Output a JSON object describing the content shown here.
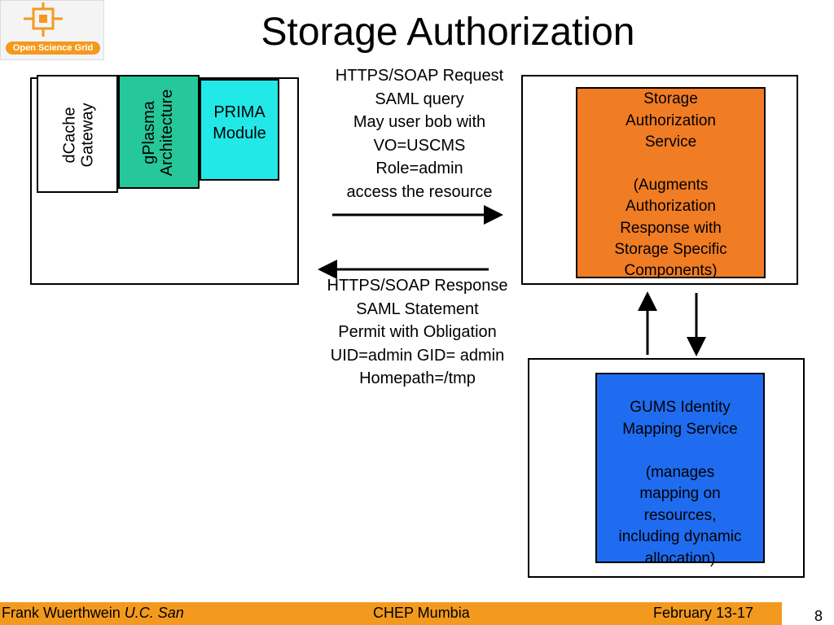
{
  "logo": {
    "text": "Open Science Grid"
  },
  "title": "Storage Authorization",
  "left": {
    "dcache": "d​Cache\nGateway",
    "gplasma": "gPlasma\nArchitecture",
    "prima": "PRIMA\nModule"
  },
  "request": {
    "lines": [
      "HTTPS/SOAP Request",
      "SAML query",
      "May user bob with",
      "VO=USCMS",
      "Role=admin",
      "access the resource"
    ]
  },
  "response": {
    "lines": [
      "HTTPS/SOAP Response",
      "SAML Statement",
      "Permit with Obligation",
      "UID=admin GID= admin",
      "Homepath=/tmp"
    ]
  },
  "storage_service": {
    "title_lines": [
      "Storage",
      "Authorization",
      "Service"
    ],
    "desc_lines": [
      "(Augments",
      "Authorization",
      "Response with",
      "Storage Specific",
      "Components)"
    ],
    "color": "#f07c24"
  },
  "gums": {
    "title_lines": [
      "GUMS Identity",
      "Mapping Service"
    ],
    "desc_lines": [
      "(manages",
      "mapping on",
      "resources,",
      "including dynamic",
      "allocation)"
    ],
    "color": "#1f6cf0"
  },
  "footer": {
    "author_prefix": "Frank Wuerthwein ",
    "author_italic": "U.C. San",
    "event": "CHEP Mumbia",
    "date": "February 13-17",
    "page": "8",
    "color": "#f39a1e"
  }
}
